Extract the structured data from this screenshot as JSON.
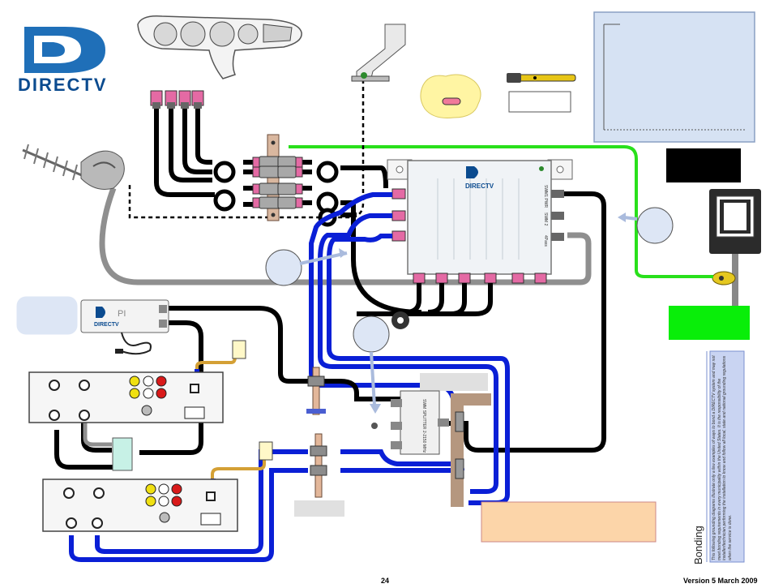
{
  "brand": {
    "logo_text": "DIRECTV",
    "dish_module_label": "PI",
    "multiswitch_brand": "DIRECTV",
    "ports": [
      "SWM1 PWR",
      "SWM 2",
      "4Pass"
    ],
    "splitter_label": "SWM SPLITTER 2-2150 MHz"
  },
  "labels": {
    "side_label": "Bonding",
    "note_text": "This following grounding diagrams illustrate only a few examples of ways to bond a DIRECTV system and may not meet bonding requirements in every municipality within the United States. It is the responsibility of the installer/technician performing the installation to know and follow all local, state and national grounding regulations when the service is done."
  },
  "footer": {
    "page_number": "24",
    "version": "Version 5 March 2009"
  },
  "colors": {
    "black_cable": "#000000",
    "blue_cable": "#0a1fd6",
    "gray_cable": "#8f8f8f",
    "green_ground": "#29e01b",
    "orange_ground": "#d4a035",
    "tan_post": "#b5977f",
    "callout_fill": "#dde6f5",
    "peach_box": "#fcd5a9",
    "green_box": "#09ee09",
    "logo_blue": "#0b4b8f"
  }
}
